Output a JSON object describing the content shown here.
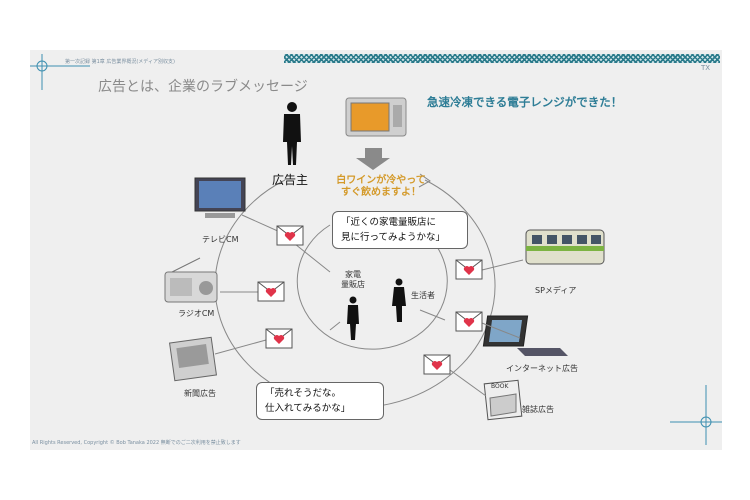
{
  "header": {
    "small_caption": "第一次記録  第1章 広告業界概況(メディア別収支)",
    "tx_label": "TX",
    "title": "広告とは、企業のラブメッセージ"
  },
  "headline": "急速冷凍できる電子レンジができた！",
  "advertiser_label": "広告主",
  "speech_advertiser": [
    "白ワインが冷やって",
    "すぐ飲めますよ！"
  ],
  "bubble_consumer": [
    "「近くの家電量販店に",
    "見に行ってみようかな」"
  ],
  "bubble_store": [
    "「売れそうだな。",
    "仕入れてみるかな」"
  ],
  "center": {
    "store_label": [
      "家電",
      "量販店"
    ],
    "consumer_label": "生活者"
  },
  "media": {
    "tv": "テレビCM",
    "radio": "ラジオCM",
    "newspaper": "新聞広告",
    "sp": "SPメディア",
    "internet": "インターネット広告",
    "magazine": "雑誌広告"
  },
  "magazine_cover_text": "BOOK",
  "footer": "All Rights Reserved, Copyright © Bob Tanaka 2022  無断でのご二次利用を禁止致します"
}
